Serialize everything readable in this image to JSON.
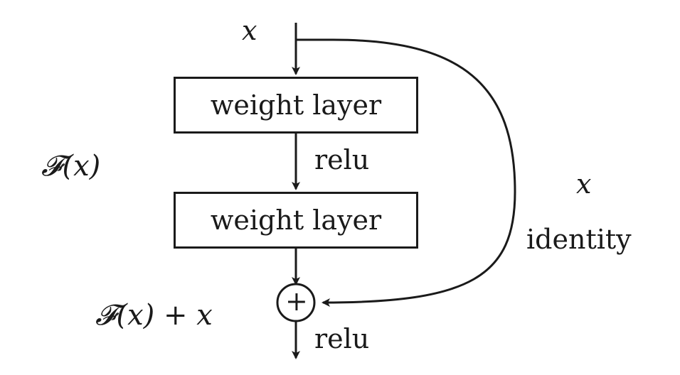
{
  "diagram": {
    "input_label": "x",
    "layer1_label": "weight layer",
    "layer2_label": "weight layer",
    "relu_mid_label": "relu",
    "relu_out_label": "relu",
    "residual_label": "𝓕(x)",
    "sum_label": "𝓕(x) + x",
    "shortcut_x_label": "x",
    "shortcut_identity_label": "identity",
    "plus_symbol": "+"
  }
}
